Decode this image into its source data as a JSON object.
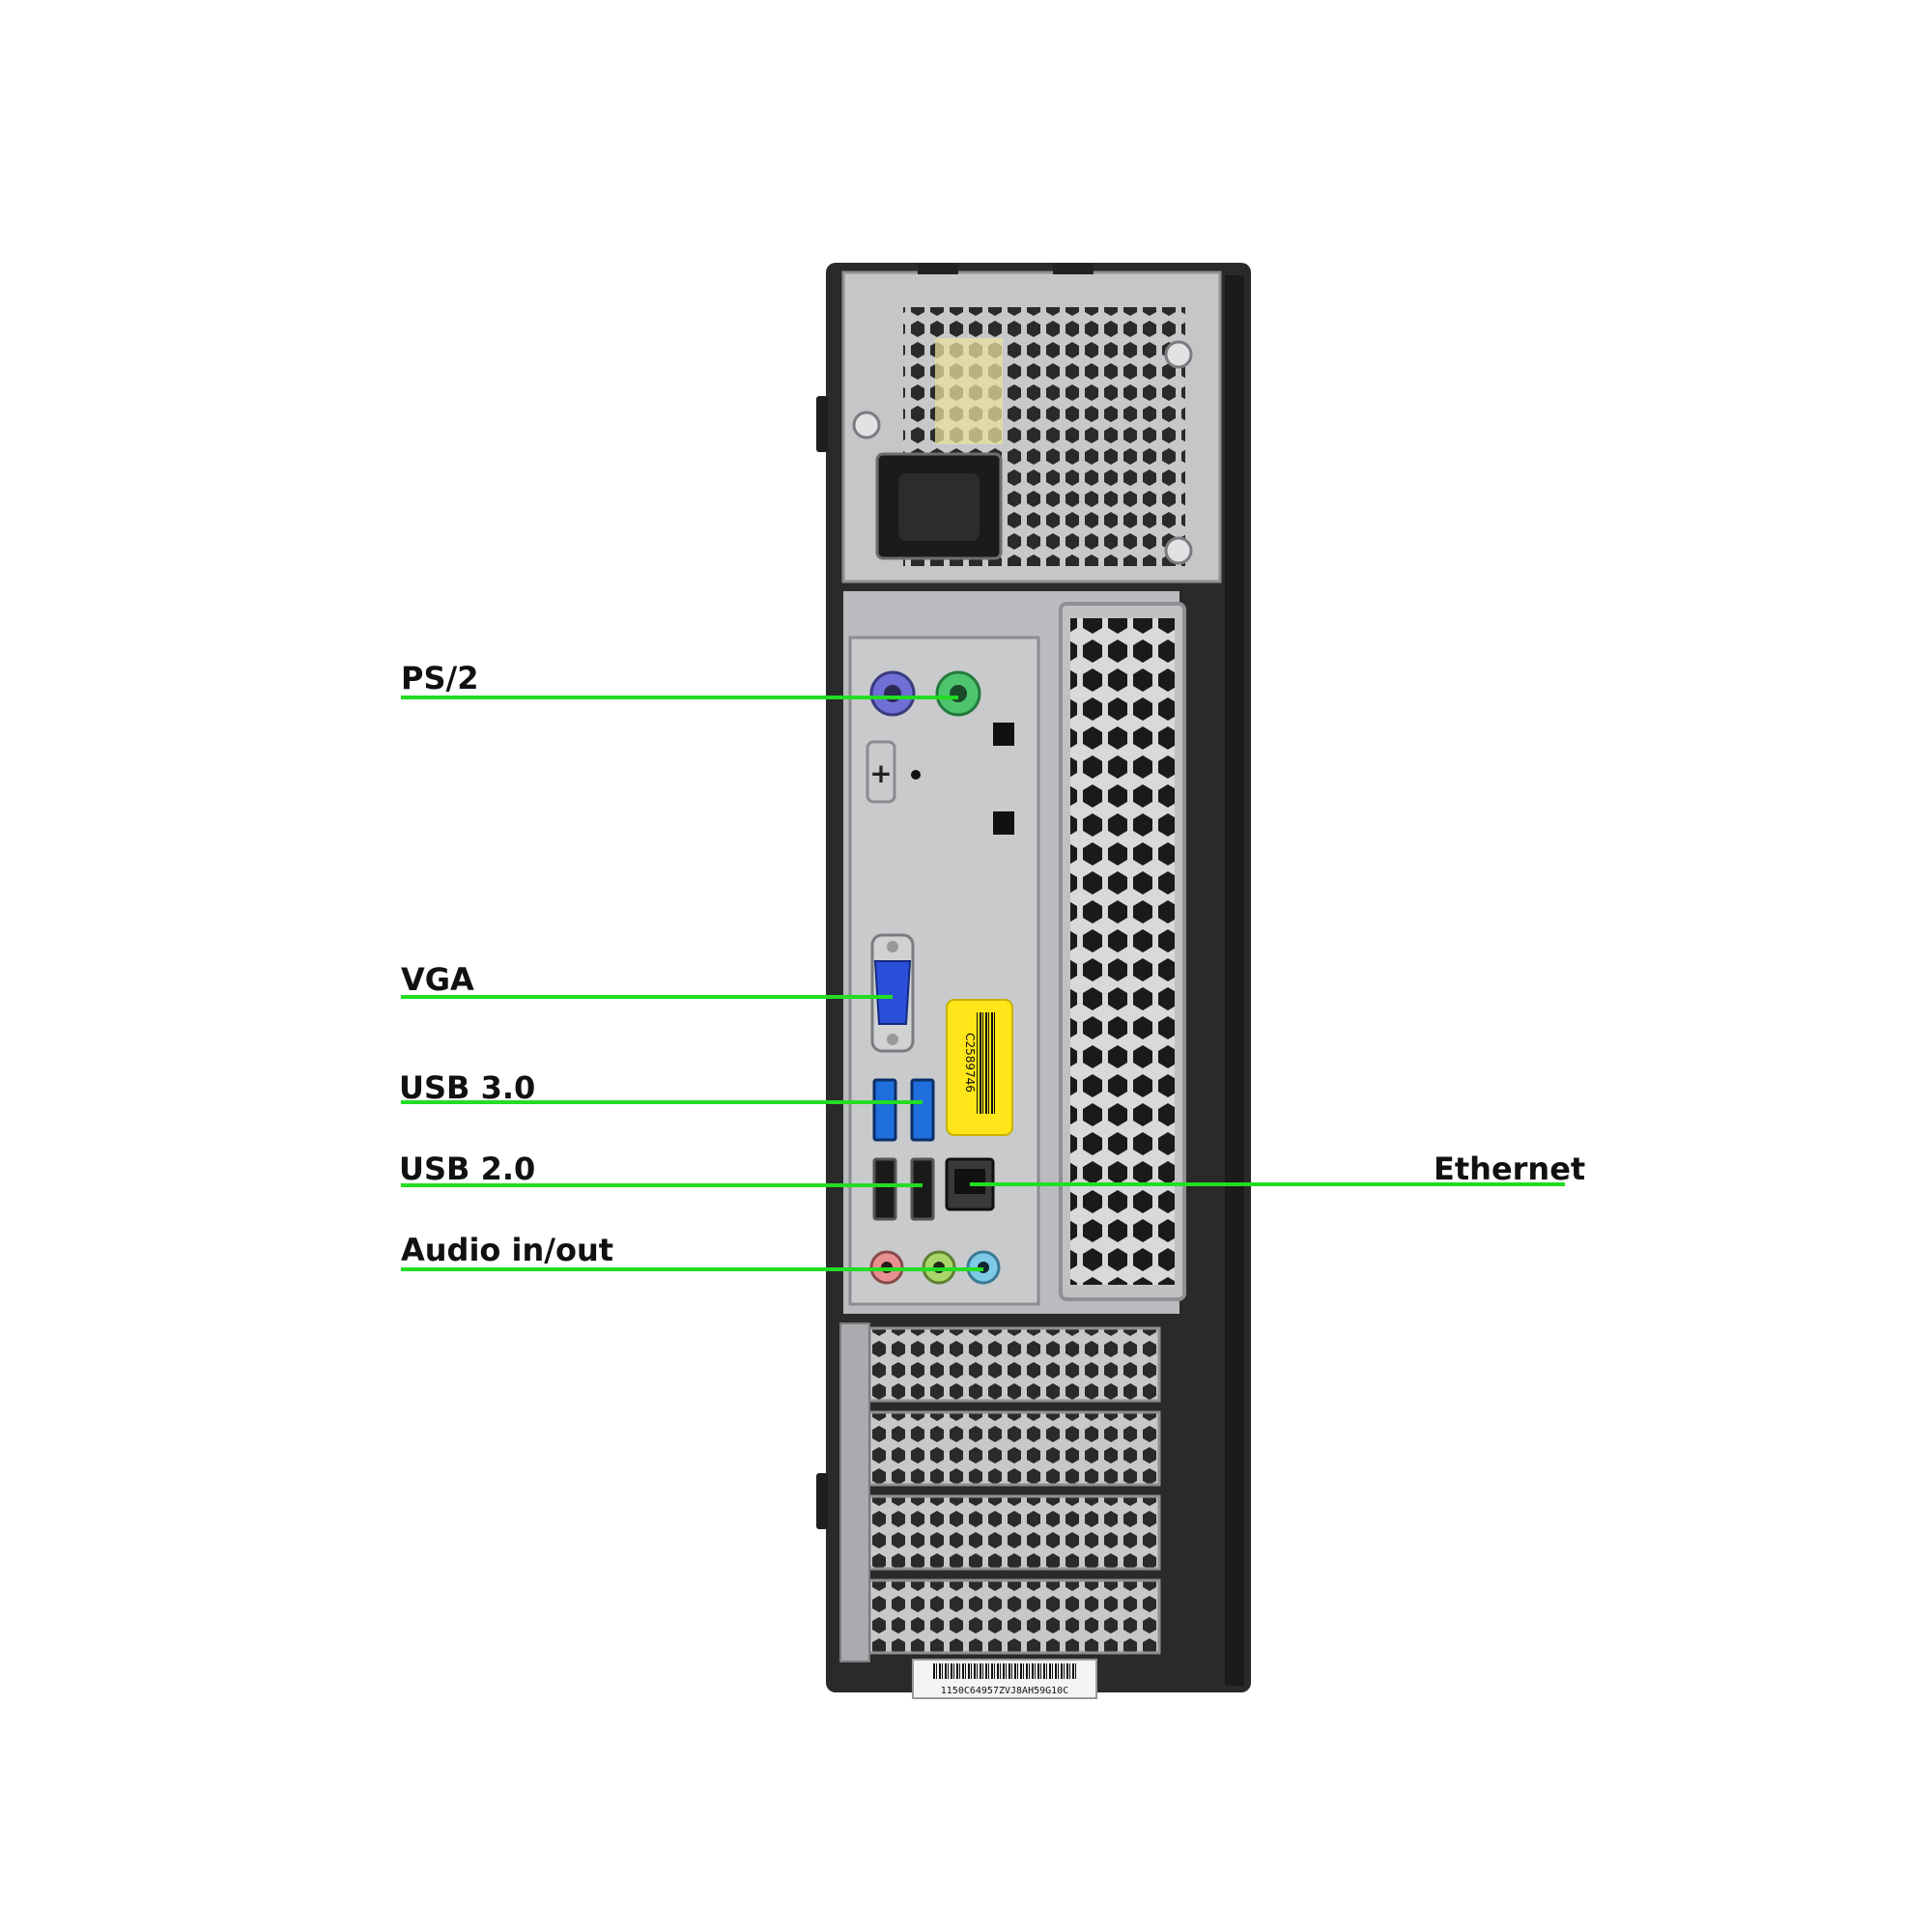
{
  "colors": {
    "leader_line": "#22dd22",
    "label_text": "#111111",
    "case_black": "#2a2a2a",
    "steel": "#c9cbcd",
    "steel_dark": "#9a9c9f",
    "ps2_keyboard": "#6f6fd6",
    "ps2_mouse": "#4fc46f",
    "vga_blue": "#2b4fd9",
    "usb3_blue": "#1e6fdc",
    "audio_pink": "#e88f8f",
    "audio_green": "#a8d66a",
    "audio_blue": "#7ec9e6",
    "sticker_yellow": "#ffe61a"
  },
  "callouts": {
    "ps2": "PS/2",
    "vga": "VGA",
    "usb3": "USB 3.0",
    "usb2": "USB 2.0",
    "audio": "Audio in/out",
    "ethernet": "Ethernet"
  },
  "stickers": {
    "barcode_id": "C2589746",
    "serial": "1150C64957ZVJ8AH59G10C"
  }
}
